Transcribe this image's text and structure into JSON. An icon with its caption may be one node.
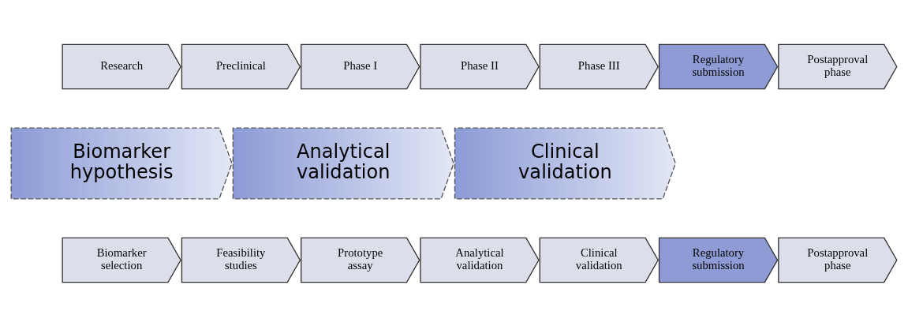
{
  "diagram": {
    "nodes": [
      {
        "text": [
          "Research"
        ]
      },
      {
        "text": [
          "Preclinical"
        ]
      },
      {
        "text": [
          "Phase I"
        ]
      },
      {
        "text": [
          "Phase II"
        ]
      },
      {
        "text": [
          "Phase III"
        ]
      },
      {
        "text": [
          "Regulatory submission"
        ]
      },
      {
        "text": [
          "Postapproval phase"
        ]
      },
      {
        "text": [
          "Biomarker hypothesis"
        ]
      },
      {
        "text": [
          "Analytical validation"
        ]
      },
      {
        "text": [
          "Clinical validation"
        ]
      },
      {
        "text": [
          "Biomarker selection"
        ]
      },
      {
        "text": [
          "Feasibility studies"
        ]
      },
      {
        "text": [
          "Prototype assay"
        ]
      },
      {
        "text": [
          "Analytical validation"
        ]
      },
      {
        "text": [
          "Clinical validation"
        ]
      },
      {
        "text": [
          "Regulatory submission"
        ]
      },
      {
        "text": [
          "Postapproval phase"
        ]
      }
    ]
  }
}
